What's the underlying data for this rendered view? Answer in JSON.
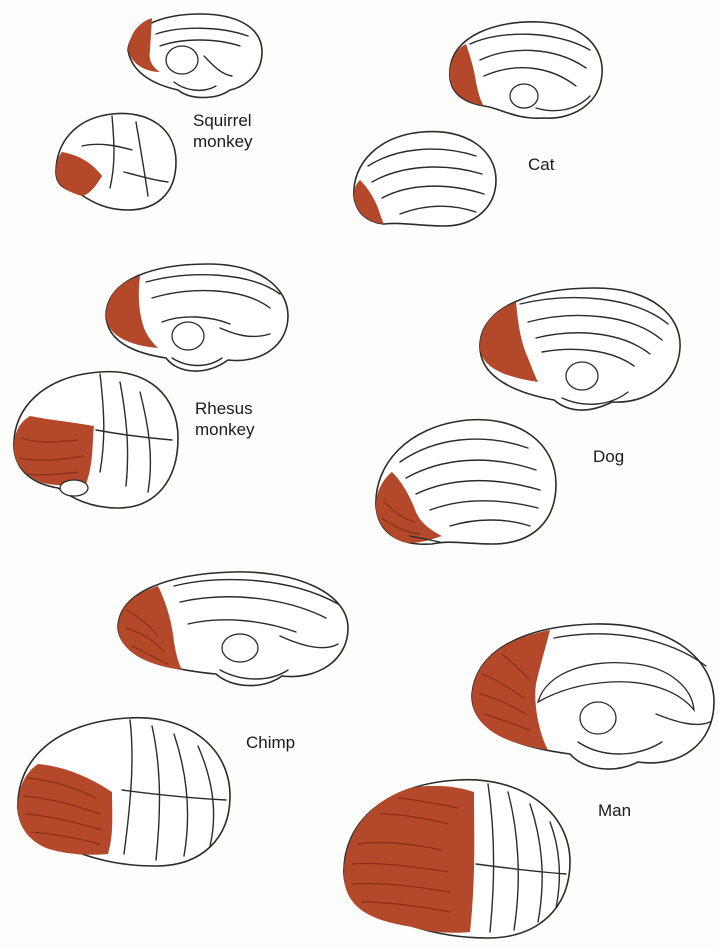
{
  "colors": {
    "prefrontal": "#b3482a",
    "outline": "#2b2b2b",
    "background": "#fdfdfc"
  },
  "labels": {
    "squirrel_monkey": "Squirrel\nmonkey",
    "cat": "Cat",
    "rhesus_monkey": "Rhesus\nmonkey",
    "dog": "Dog",
    "chimp": "Chimp",
    "man": "Man"
  }
}
